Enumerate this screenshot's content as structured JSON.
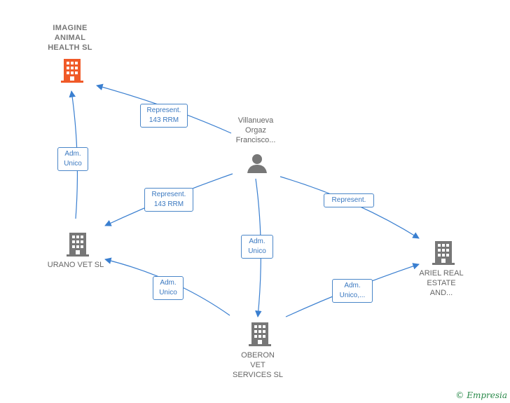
{
  "colors": {
    "edge": "#3a7fd0",
    "highlight_building": "#f05a28",
    "building": "#777777",
    "person": "#777777"
  },
  "nodes": {
    "imagine": {
      "label": "IMAGINE\nANIMAL\nHEALTH  SL",
      "icon": "building-icon"
    },
    "person": {
      "label": "Villanueva\nOrgaz\nFrancisco...",
      "icon": "person-icon"
    },
    "urano": {
      "label": "URANO VET SL",
      "icon": "building-icon"
    },
    "ariel": {
      "label": "ARIEL REAL\nESTATE\nAND...",
      "icon": "building-icon"
    },
    "oberon": {
      "label": "OBERON\nVET\nSERVICES  SL",
      "icon": "building-icon"
    }
  },
  "edges": {
    "person_imagine": "Represent.\n143 RRM",
    "urano_imagine": "Adm.\nUnico",
    "person_urano": "Represent.\n143 RRM",
    "person_ariel": "Represent.",
    "person_oberon": "Adm.\nUnico",
    "oberon_urano": "Adm.\nUnico",
    "oberon_ariel": "Adm.\nUnico,..."
  },
  "footer": {
    "copyright": "©",
    "brand": "Empresia"
  }
}
